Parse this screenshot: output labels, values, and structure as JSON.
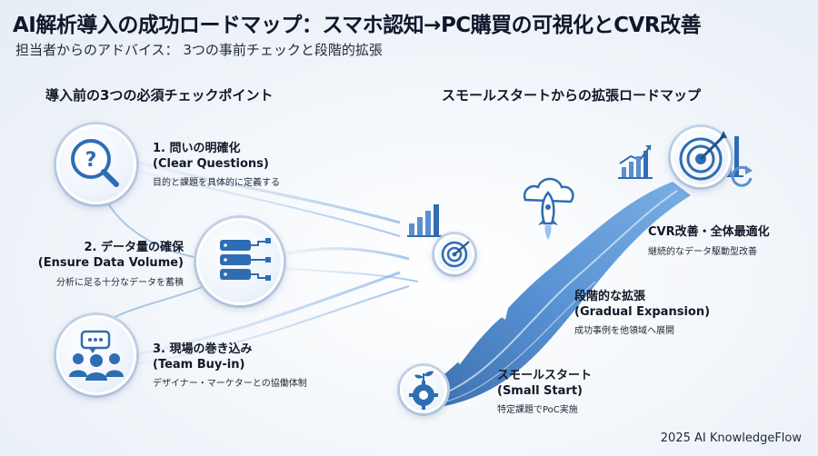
{
  "header": {
    "title": "AI解析導入の成功ロードマップ：スマホ認知→PC購買の可視化とCVR改善",
    "subtitle": "担当者からのアドバイス： 3つの事前チェックと段階的拡張"
  },
  "left": {
    "heading": "導入前の3つの必須チェックポイント",
    "items": [
      {
        "title": "1. 問いの明確化",
        "title_en": "(Clear Questions)",
        "desc": "目的と課題を具体的に定義する"
      },
      {
        "title": "2. データ量の確保",
        "title_en": "(Ensure Data Volume)",
        "desc": "分析に足る十分なデータを蓄積"
      },
      {
        "title": "3. 現場の巻き込み",
        "title_en": "(Team Buy-in)",
        "desc": "デザイナー・マーケターとの協働体制"
      }
    ]
  },
  "right": {
    "heading": "スモールスタートからの拡張ロードマップ",
    "stages": [
      {
        "title": "スモールスタート",
        "title_en": "(Small Start)",
        "desc": "特定課題でPoC実施"
      },
      {
        "title": "段階的な拡張",
        "title_en": "(Gradual Expansion)",
        "desc": "成功事例を他領域へ展開"
      },
      {
        "title": "CVR改善・全体最適化",
        "desc": "継続的なデータ駆動型改善"
      }
    ]
  },
  "footer": {
    "credit": "2025 AI KnowledgeFlow"
  },
  "colors": {
    "accent": "#2f6db3",
    "dark_blue": "#1e4f8c",
    "light_blue": "#9cc3ec"
  }
}
